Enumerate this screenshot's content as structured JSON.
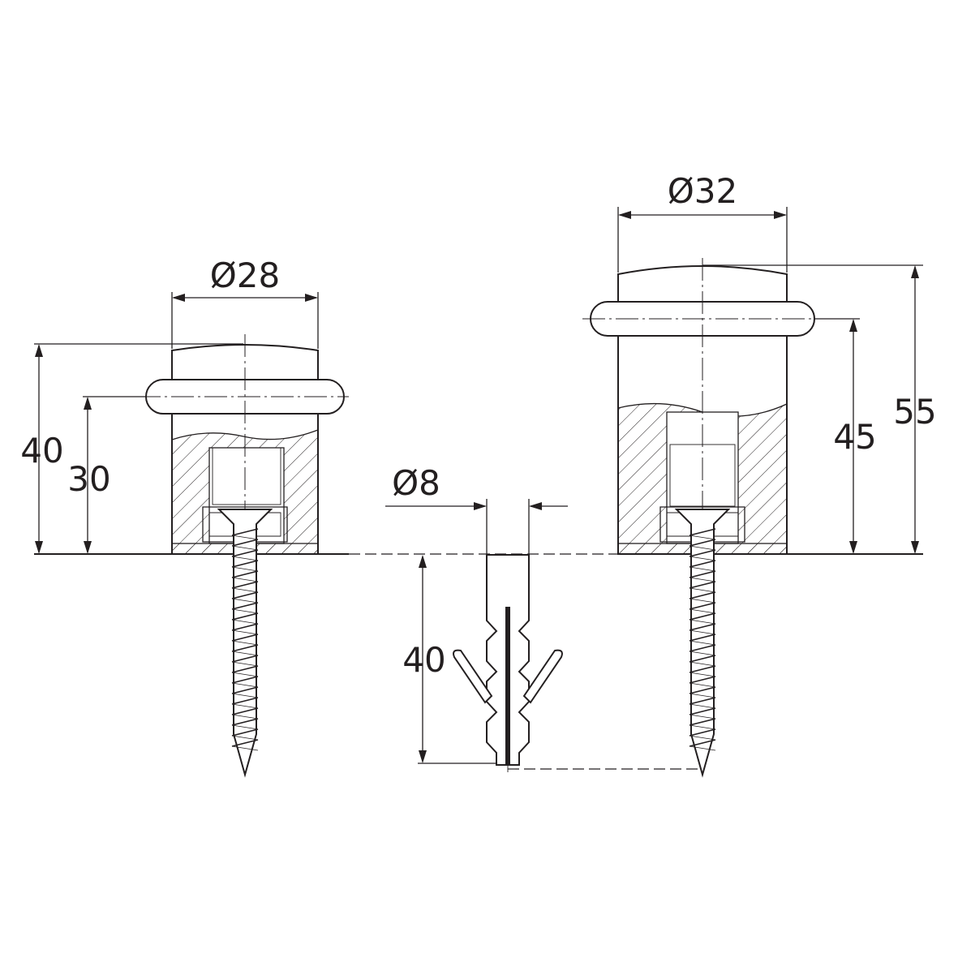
{
  "drawing": {
    "type": "technical dimension drawing",
    "ink_color": "#231f20",
    "background_color": "#ffffff"
  },
  "parts": {
    "small_stop": {
      "diameter_label": "Ø28",
      "height_label": "40",
      "bumper_height_label": "30"
    },
    "plug": {
      "diameter_label": "Ø8",
      "length_label": "40"
    },
    "large_stop": {
      "diameter_label": "Ø32",
      "height_label": "55",
      "bumper_height_label": "45"
    }
  }
}
